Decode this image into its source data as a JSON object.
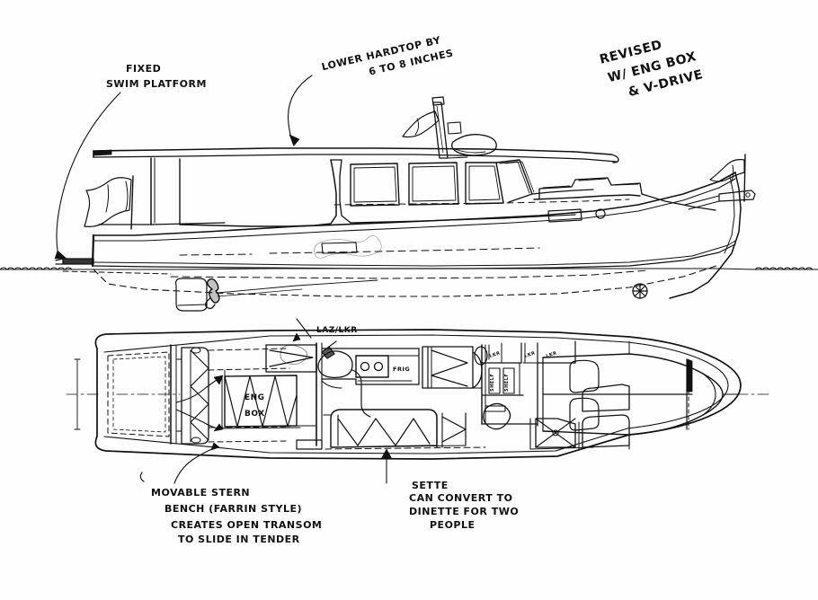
{
  "drawing": {
    "title": "Boat design concept sketch — profile and deck plan",
    "ink_color": "#111111",
    "paper_color": "#fefefe",
    "water_line_label": ""
  },
  "annotations": {
    "revision_note": {
      "line1": "REVISED",
      "line2": "W/ ENG BOX",
      "line3": "& V-DRIVE"
    },
    "swim_platform": {
      "line1": "FIXED",
      "line2": "SWIM PLATFORM"
    },
    "hardtop": {
      "line1": "LOWER HARDTOP BY",
      "line2": "6 TO 8 INCHES"
    },
    "stern_bench": {
      "line1": "MOVABLE STERN",
      "line2": "BENCH (FARRIN STYLE)",
      "line3": "CREATES OPEN TRANSOM",
      "line4": "TO SLIDE IN TENDER"
    },
    "settee": {
      "line1": "SETTE",
      "line2": "CAN CONVERT TO",
      "line3": "DINETTE FOR TWO",
      "line4": "PEOPLE"
    }
  },
  "plan_labels": {
    "lazarette": "LAZ/LKR",
    "engine_box_line1": "ENG",
    "engine_box_line2": "BOX",
    "fridge": "FRIG",
    "locker_1": "LKR",
    "locker_2": "LKR",
    "locker_3": "LKR",
    "shelf_1": "SHELF",
    "shelf_2": "SHELF"
  },
  "views": {
    "profile_view_name": "profile-elevation",
    "plan_view_name": "deck-plan"
  }
}
